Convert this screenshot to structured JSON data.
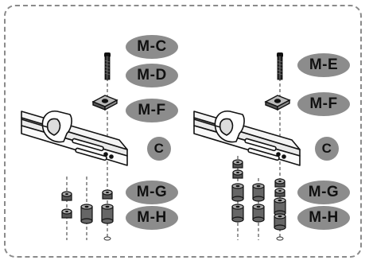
{
  "colors": {
    "badge_fill": "#8c8c8c",
    "badge_text": "#111111",
    "frame": "#8a8a8a",
    "part_dark": "#1a1a1a",
    "part_mid": "#777777",
    "rail_light": "#f2f2f2"
  },
  "left_panel": {
    "labels": {
      "mc": "M-C",
      "md": "M-D",
      "mf": "M-F",
      "c": "C",
      "mg": "M-G",
      "mh": "M-H"
    },
    "stacks": [
      {
        "name": "left-stack-1",
        "parts": [
          "washer",
          "washer"
        ]
      },
      {
        "name": "left-stack-2",
        "parts": [
          "spacer"
        ]
      },
      {
        "name": "left-stack-3",
        "parts": [
          "washer",
          "spacer"
        ]
      }
    ]
  },
  "right_panel": {
    "labels": {
      "me": "M-E",
      "mf": "M-F",
      "c": "C",
      "mg": "M-G",
      "mh": "M-H"
    },
    "stacks": [
      {
        "name": "right-stack-1",
        "parts": [
          "washer",
          "washer",
          "spacer",
          "spacer"
        ]
      },
      {
        "name": "right-stack-2",
        "parts": [
          "spacer",
          "spacer"
        ]
      },
      {
        "name": "right-stack-3",
        "parts": [
          "washer",
          "washer",
          "spacer",
          "spacer"
        ]
      }
    ]
  }
}
